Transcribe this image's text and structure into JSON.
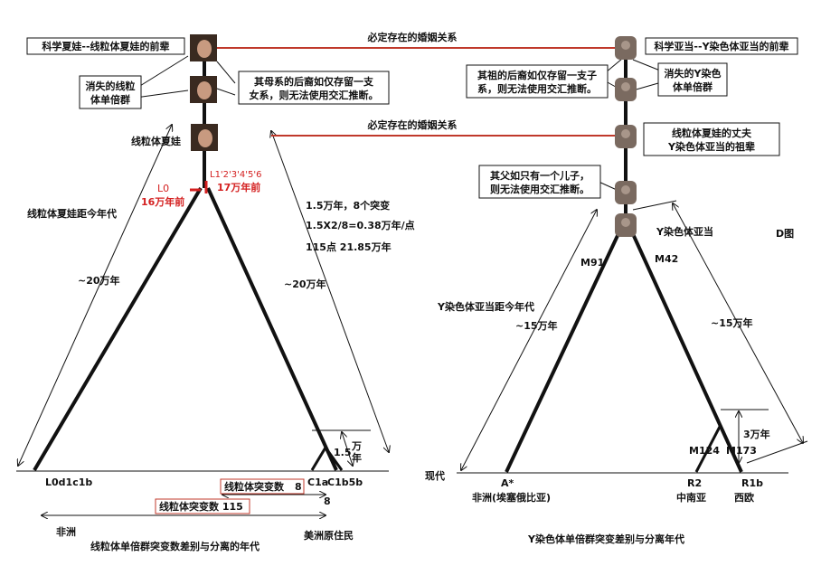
{
  "colors": {
    "line": "#111111",
    "marriage": "#c0392b",
    "red": "#d42020",
    "photo_face": "#c89a80",
    "photo_hair": "#3a2a20",
    "stone": "#7a6a60"
  },
  "left": {
    "eve_predecessor": "科学夏娃--线粒体夏娃的前辈",
    "lost_mt": "消失的线粒\n体单倍群",
    "mother_line_note": "其母系的后裔如仅存留一支\n女系，则无法使用交汇推断。",
    "mt_eve": "线粒体夏娃",
    "L0": "L0",
    "L0_age": "16万年前",
    "L1_6": "L1'2'3'4'5'6",
    "L1_age": "17万年前",
    "calc1": "1.5万年，8个突变",
    "calc2": "1.5X2/8=0.38万年/点",
    "calc3": "115点 21.85万年",
    "eve_age_label": "线粒体夏娃距今年代",
    "span_left": "~20万年",
    "span_right": "~20万年",
    "span_short": "1.5",
    "span_short_unit": "万\n年",
    "L0d1c1b": "L0d1c1b",
    "C1a": "C1a",
    "C1b5b": "C1b5b",
    "mut8": "线粒体突变数",
    "mut8_val": "8",
    "mut115": "线粒体突变数 115",
    "africa": "非洲",
    "americas": "美洲原住民",
    "caption": "线粒体单倍群突变数差别与分离的年代"
  },
  "middle": {
    "marriage1": "必定存在的婚姻关系",
    "marriage2": "必定存在的婚姻关系"
  },
  "right": {
    "adam_predecessor": "科学亚当--Y染色体亚当的前辈",
    "grandfather_note": "其祖的后裔如仅存留一支子\n系，则无法使用交汇推断。",
    "lost_y": "消失的Y染色\n体单倍群",
    "husband": "线粒体夏娃的丈夫\nY染色体亚当的祖辈",
    "father_note": "其父如只有一个儿子，\n则无法使用交汇推断。",
    "y_adam": "Y染色体亚当",
    "fig_label": "D图",
    "M91": "M91",
    "M42": "M42",
    "adam_age_label": "Y染色体亚当距今年代",
    "span_left": "~15万年",
    "span_right": "~15万年",
    "span_3": "3万年",
    "M124": "M124",
    "M173": "M173",
    "present": "现代",
    "A": "A*",
    "R2": "R2",
    "R1b": "R1b",
    "africa": "非洲(埃塞俄比亚)",
    "s_asia": "中南亚",
    "w_europe": "西欧",
    "caption": "Y染色体单倍群突变差别与分离年代"
  }
}
